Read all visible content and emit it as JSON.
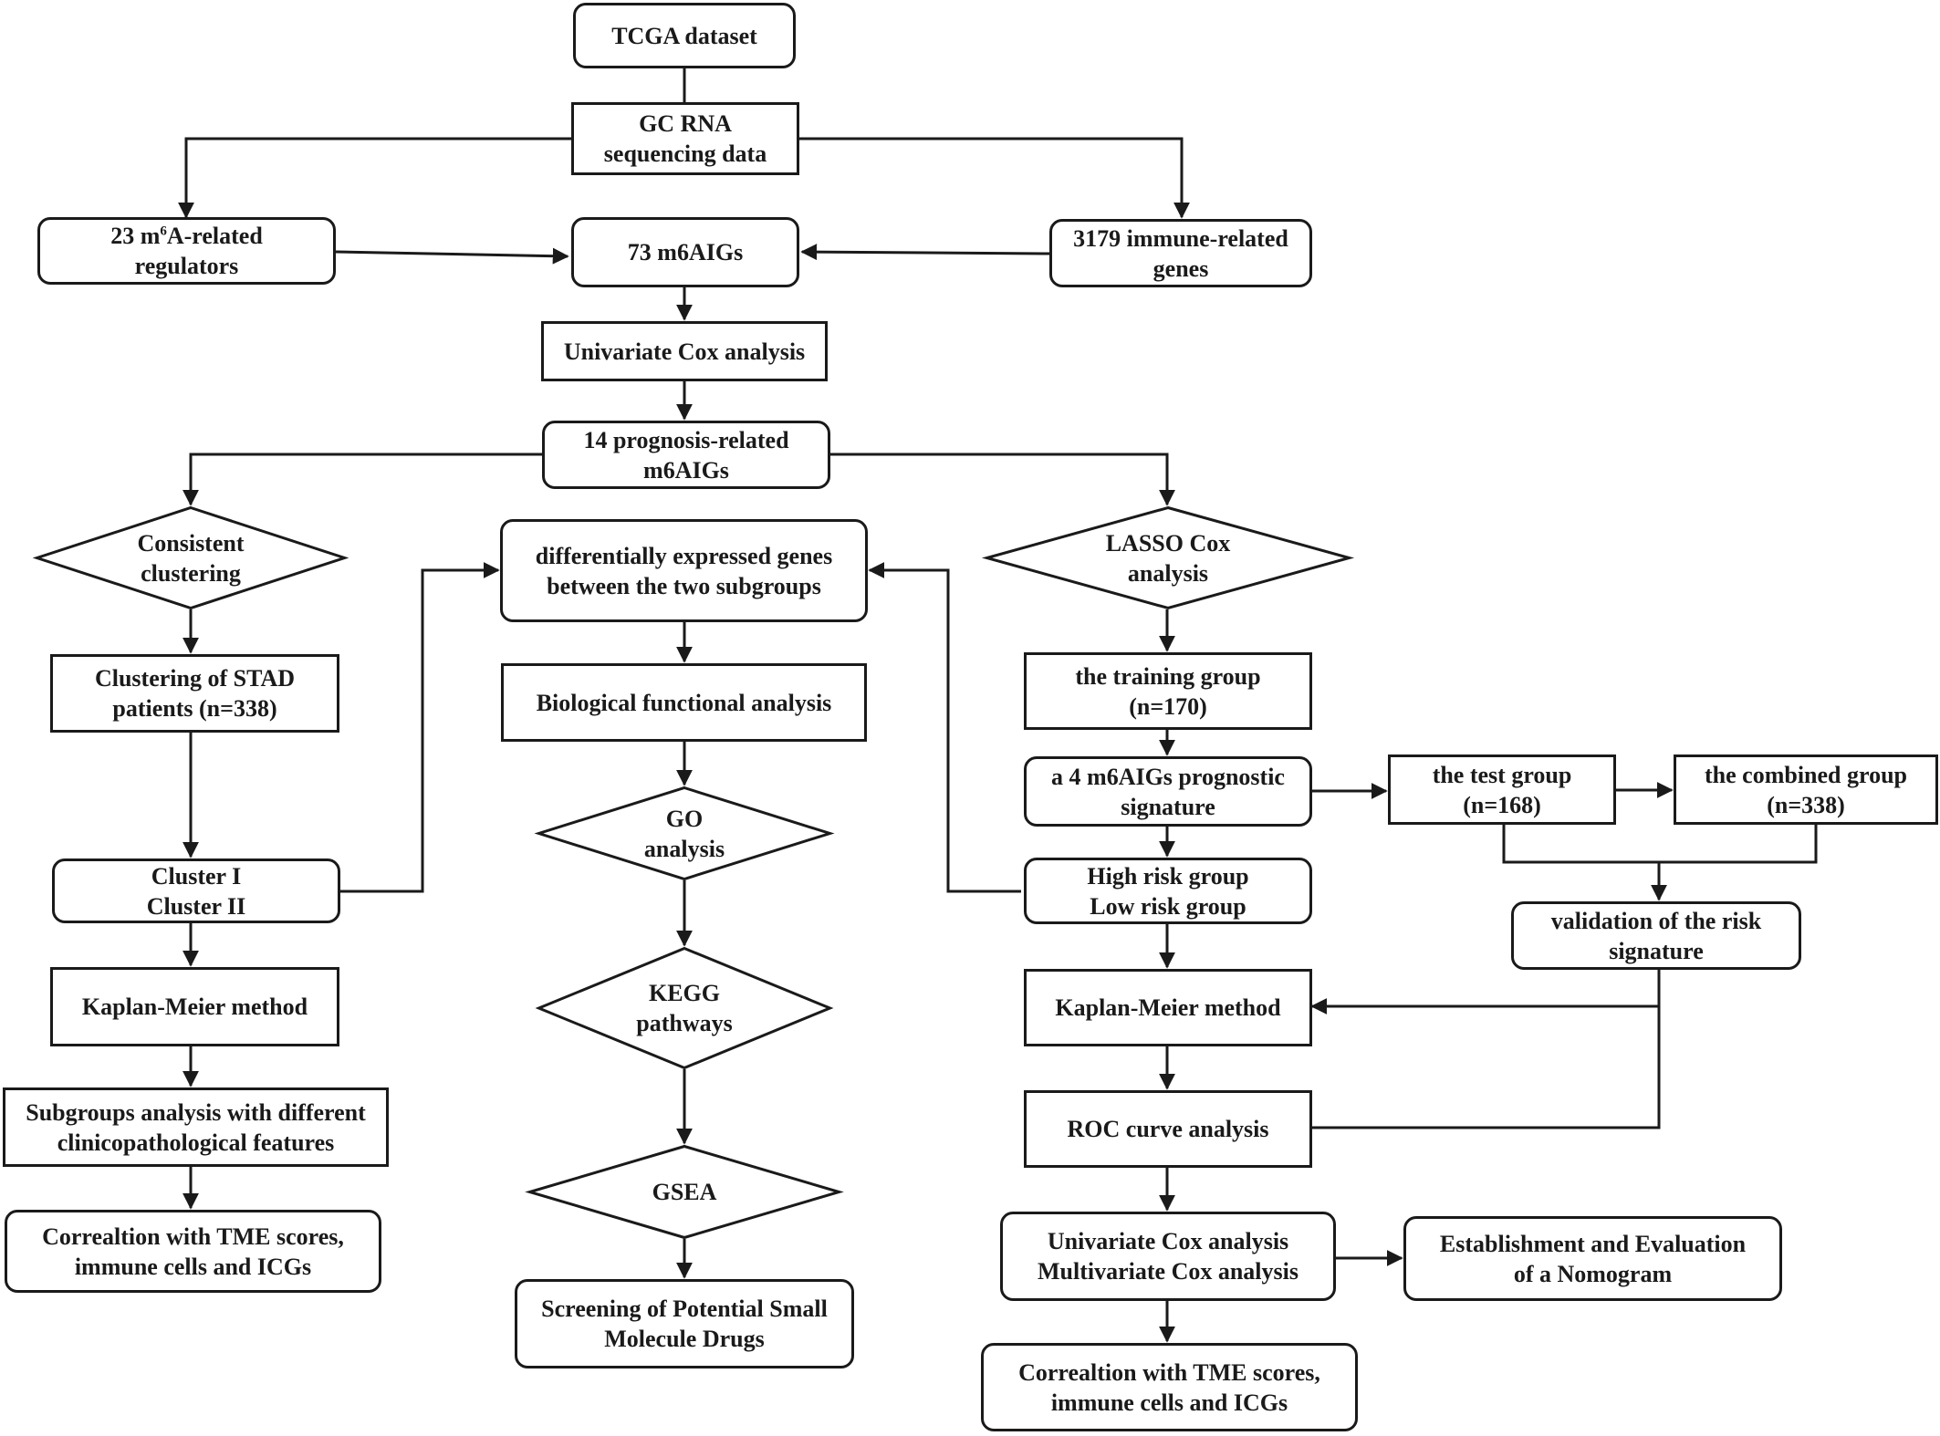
{
  "nodes": {
    "tcga": {
      "l1": "TCGA dataset"
    },
    "gc_rna": {
      "l1": "GC RNA",
      "l2": "sequencing data"
    },
    "m6a_reg": {
      "l1a": "23 m",
      "l1sup": "6",
      "l1b": "A-related",
      "l2": "regulators"
    },
    "m6aigs73": {
      "l1": "73 m6AIGs"
    },
    "immune_genes": {
      "l1": "3179 immune-related",
      "l2": "genes"
    },
    "unicox1": {
      "l1": "Univariate Cox analysis"
    },
    "prog14": {
      "l1": "14 prognosis-related",
      "l2": "m6AIGs"
    },
    "consistent": {
      "l1": "Consistent",
      "l2": "clustering"
    },
    "deg": {
      "l1": "differentially expressed genes",
      "l2": "between the two subgroups"
    },
    "lasso": {
      "l1": "LASSO Cox",
      "l2": "analysis"
    },
    "clustering_stad": {
      "l1": "Clustering of STAD",
      "l2": "patients (n=338)"
    },
    "bio_func": {
      "l1": "Biological functional analysis"
    },
    "training": {
      "l1": "the training group",
      "l2": "(n=170)"
    },
    "signature4": {
      "l1": "a 4 m6AIGs prognostic",
      "l2": "signature"
    },
    "test_group": {
      "l1": "the test group",
      "l2": "(n=168)"
    },
    "combined_group": {
      "l1": "the combined group",
      "l2": "(n=338)"
    },
    "go": {
      "l1": "GO",
      "l2": "analysis"
    },
    "clusters": {
      "l1": "Cluster I",
      "l2": "Cluster II"
    },
    "risk_groups": {
      "l1": "High risk group",
      "l2": "Low risk  group"
    },
    "validation": {
      "l1": "validation of the risk",
      "l2": "signature"
    },
    "km_left": {
      "l1": "Kaplan-Meier method"
    },
    "kegg": {
      "l1": "KEGG",
      "l2": "pathways"
    },
    "km_right": {
      "l1": "Kaplan-Meier method"
    },
    "subgroups": {
      "l1": "Subgroups analysis with different",
      "l2": "clinicopathological features"
    },
    "roc": {
      "l1": "ROC curve analysis"
    },
    "gsea": {
      "l1": "GSEA"
    },
    "corr_left": {
      "l1": "Correaltion with TME scores,",
      "l2": "immune cells and ICGs"
    },
    "uni_multi": {
      "l1": "Univariate Cox analysis",
      "l2": "Multivariate Cox analysis"
    },
    "nomogram": {
      "l1": "Establishment and Evaluation",
      "l2": "of a Nomogram"
    },
    "drugs": {
      "l1": "Screening of Potential Small",
      "l2": "Molecule Drugs"
    },
    "corr_right": {
      "l1": "Correaltion with TME scores,",
      "l2": "immune cells and ICGs"
    }
  }
}
